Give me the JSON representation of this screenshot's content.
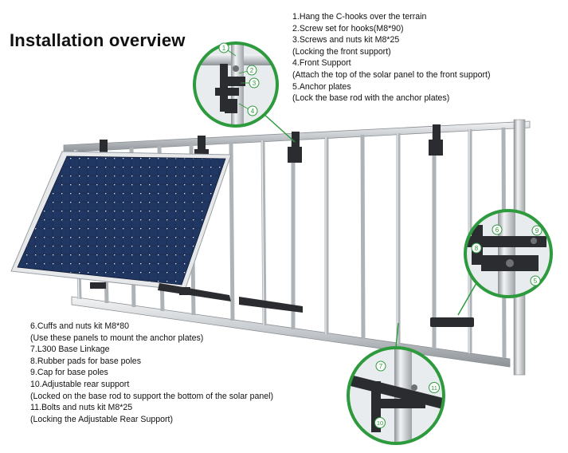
{
  "title": "Installation overview",
  "notes_top": [
    "1.Hang the C-hooks over the terrain",
    "2.Screw set for hooks(M8*90)",
    "3.Screws and nuts kit M8*25",
    "(Locking the front support)",
    "4.Front Support",
    "(Attach the top of the solar panel to the front support)",
    "5.Anchor plates",
    "(Lock the base rod with the anchor plates)"
  ],
  "notes_bottom": [
    "6.Cuffs and nuts kit M8*80",
    "(Use these panels to mount the anchor plates)",
    "7.L300 Base Linkage",
    "8.Rubber pads for base poles",
    "9.Cap for base poles",
    "10.Adjustable rear support",
    "(Locked on the base rod to support the bottom of the solar panel)",
    "11.Bolts and nuts kit M8*25",
    "(Locking the Adjustable Rear Support)"
  ],
  "callouts": {
    "top": [
      "1",
      "2",
      "3",
      "4"
    ],
    "right": [
      "6",
      "9",
      "8",
      "5"
    ],
    "bottom": [
      "7",
      "11",
      "10"
    ]
  },
  "colors": {
    "callout_ring": "#2e9a3e",
    "rail": "#c9cdd1",
    "panel_cell": "#1b2d52",
    "panel_frame": "#e6e8ea",
    "bracket": "#2a2c30"
  }
}
